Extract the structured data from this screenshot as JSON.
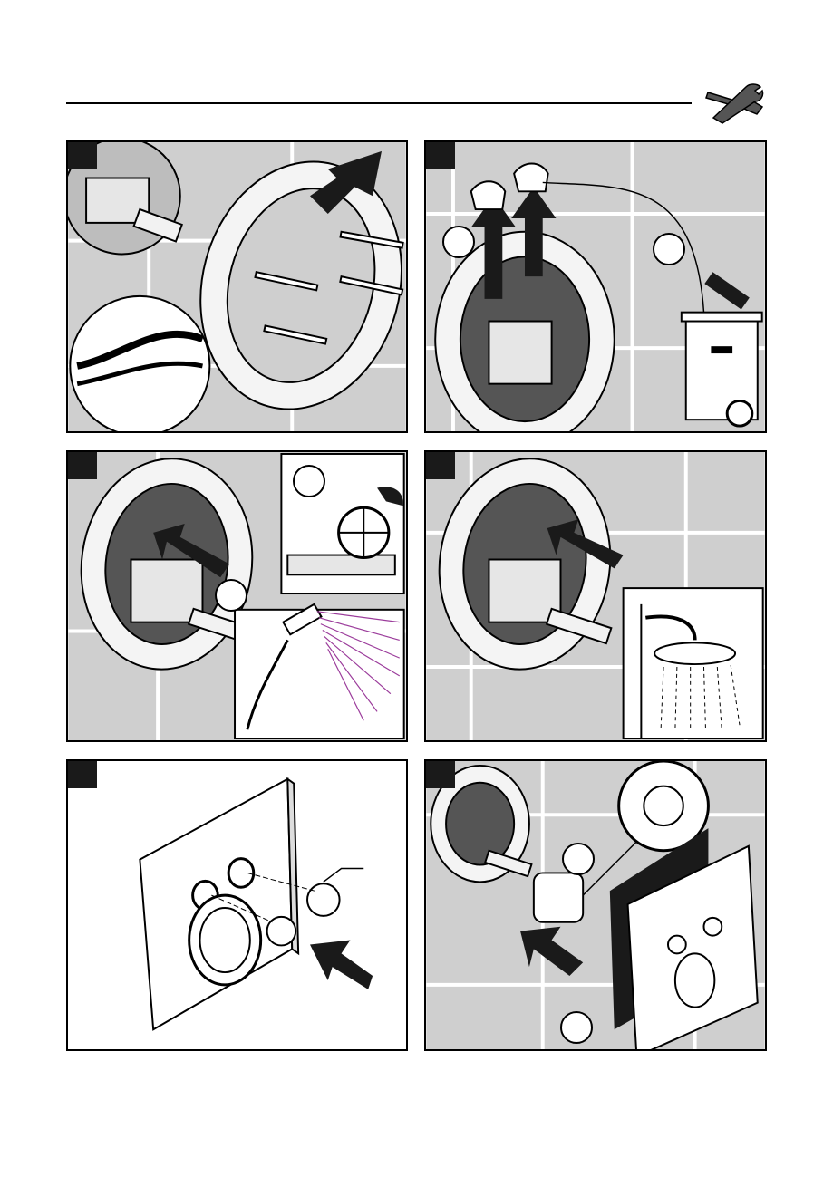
{
  "page": {
    "panel_background": "#cfcfcf",
    "tile_line_color": "#ffffff",
    "ink_color": "#000000",
    "spray_color": "#9b3c9b"
  },
  "header": {
    "icon": "tools-icon"
  },
  "steps": [
    {
      "id": "step-1",
      "icon": "trim-ring-screws-illustration"
    },
    {
      "id": "step-2",
      "icon": "remove-caps-dispose-illustration"
    },
    {
      "id": "step-3",
      "icon": "flush-handshower-illustration"
    },
    {
      "id": "step-4",
      "icon": "flush-overhead-shower-illustration"
    },
    {
      "id": "step-5",
      "icon": "install-buttons-illustration"
    },
    {
      "id": "step-6",
      "icon": "install-trim-illustration"
    }
  ]
}
